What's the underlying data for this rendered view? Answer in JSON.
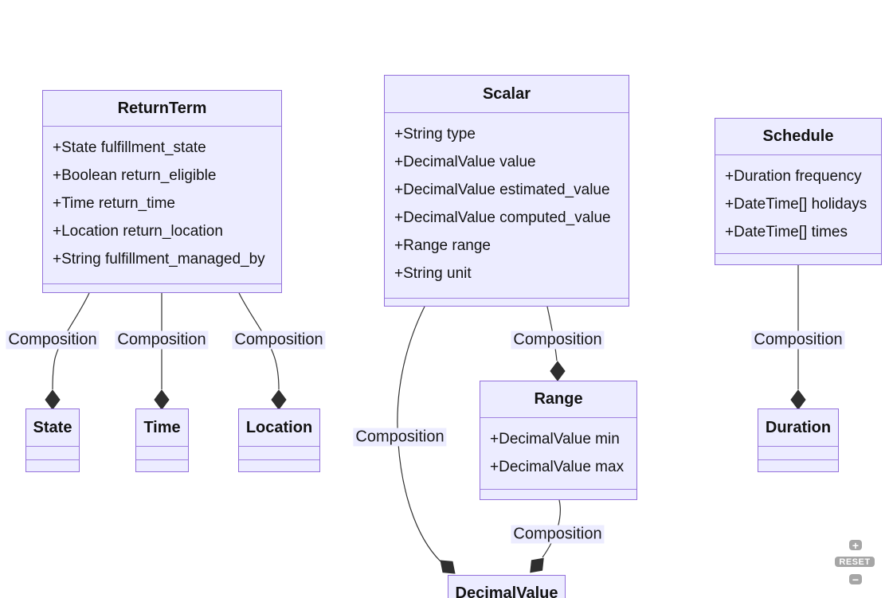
{
  "diagram": {
    "type": "uml-class-diagram",
    "classes": {
      "ReturnTerm": {
        "title": "ReturnTerm",
        "attributes": [
          "+State fulfillment_state",
          "+Boolean return_eligible",
          "+Time return_time",
          "+Location return_location",
          "+String fulfillment_managed_by"
        ]
      },
      "Scalar": {
        "title": "Scalar",
        "attributes": [
          "+String type",
          "+DecimalValue value",
          "+DecimalValue estimated_value",
          "+DecimalValue computed_value",
          "+Range range",
          "+String unit"
        ]
      },
      "Schedule": {
        "title": "Schedule",
        "attributes": [
          "+Duration frequency",
          "+DateTime[] holidays",
          "+DateTime[] times"
        ]
      },
      "Range": {
        "title": "Range",
        "attributes": [
          "+DecimalValue min",
          "+DecimalValue max"
        ]
      },
      "State": {
        "title": "State",
        "attributes": []
      },
      "Time": {
        "title": "Time",
        "attributes": []
      },
      "Location": {
        "title": "Location",
        "attributes": []
      },
      "Duration": {
        "title": "Duration",
        "attributes": []
      },
      "DecimalValue": {
        "title": "DecimalValue",
        "attributes": []
      }
    },
    "relationships": [
      {
        "from": "ReturnTerm",
        "to": "State",
        "type": "composition",
        "label": "Composition"
      },
      {
        "from": "ReturnTerm",
        "to": "Time",
        "type": "composition",
        "label": "Composition"
      },
      {
        "from": "ReturnTerm",
        "to": "Location",
        "type": "composition",
        "label": "Composition"
      },
      {
        "from": "Scalar",
        "to": "Range",
        "type": "composition",
        "label": "Composition"
      },
      {
        "from": "Schedule",
        "to": "Duration",
        "type": "composition",
        "label": "Composition"
      },
      {
        "from": "Scalar",
        "to": "DecimalValue",
        "type": "composition",
        "label": "Composition"
      },
      {
        "from": "Range",
        "to": "DecimalValue",
        "type": "composition",
        "label": "Composition"
      }
    ]
  },
  "controls": {
    "zoom_in": "+",
    "reset": "RESET",
    "zoom_out": "−"
  },
  "colors": {
    "class_fill": "#ECECFF",
    "class_border": "#9370DB",
    "edge_stroke": "#333333",
    "label_background": "#ECECFF",
    "text": "#131313",
    "control_gray": "#A6A6A6"
  }
}
